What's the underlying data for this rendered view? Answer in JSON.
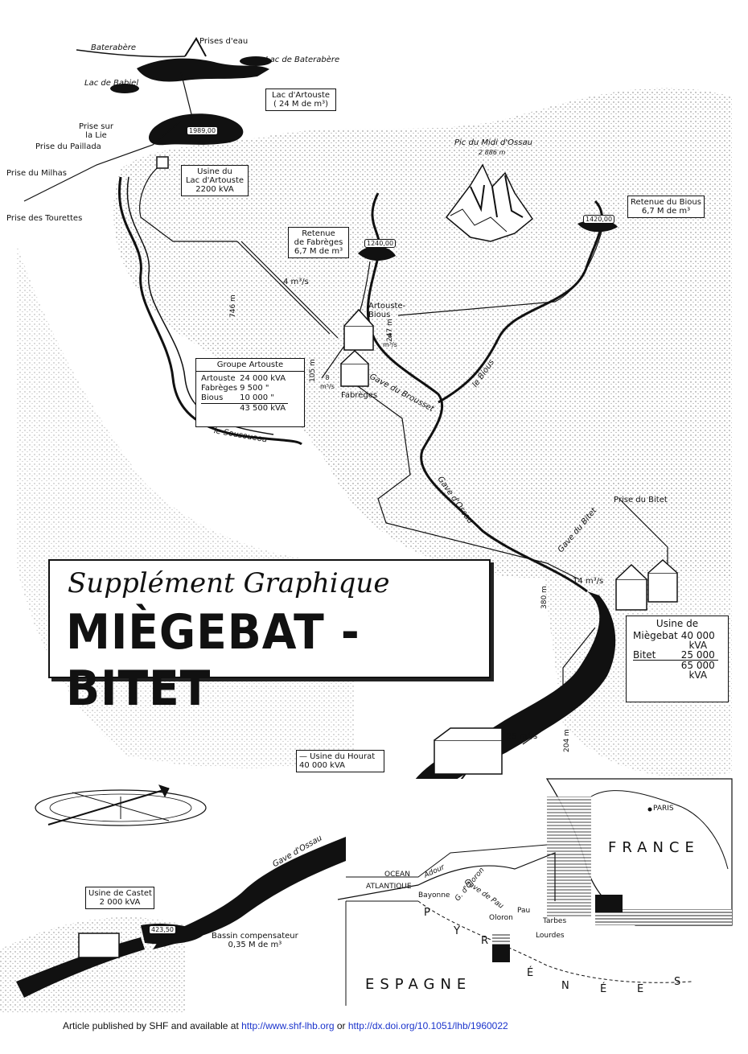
{
  "title": {
    "script": "Supplément Graphique",
    "main": "MIÈGEBAT - BITET"
  },
  "places": {
    "baterabere": "Baterabère",
    "prises_eau": "Prises d'eau",
    "lac_baterabere": "Lac de Baterabère",
    "lac_babiel": "Lac de Babiel",
    "prise_lie": "Prise sur\nla Lie",
    "prise_paillada": "Prise du Paillada",
    "prise_milhas": "Prise du Milhas",
    "prise_tourettes": "Prise des Tourettes",
    "pic_midi": "Pic du Midi d'Ossau",
    "pic_alt": "2 886 m",
    "artouste_bious": "Artouste-\nBious",
    "fabreges": "Fabrèges",
    "prise_bitet": "Prise du Bitet",
    "bassin": "Bassin compensateur\n0,35 M de m³"
  },
  "boxes": {
    "lac_artouste": "Lac d'Artouste\n( 24 M de m³)",
    "usine_artouste": "Usine du\nLac d'Artouste\n2200 kVA",
    "retenue_fabreges": "Retenue\nde Fabrèges\n6,7 M de m³",
    "retenue_bious": "Retenue du Bious\n6,7 M de m³",
    "usine_hourat": "— Usine du Hourat\n40 000 kVA",
    "usine_castet": "Usine de Castet\n2 000 kVA"
  },
  "elevations": {
    "artouste": "1989,00",
    "fabreges": "1240,00",
    "bious": "1420,00",
    "castet": "423,50"
  },
  "flows": {
    "f1": "4 m³/s",
    "f2": "8\nm³/s",
    "f3": "8\nm³/s",
    "f4": "14 m³/s",
    "f5": "25 m³/s"
  },
  "heights": {
    "h746": "746 m",
    "h247": "247 m",
    "h105": "105 m",
    "h380": "380 m",
    "h204": "204 m"
  },
  "rivers": {
    "sousoueou": "le    Sousoueou",
    "brousset": "Gave  du  Brousset",
    "bious": "le   Bious",
    "ossau1": "Gave  d'Ossau",
    "bitet": "Gave   du   Bitet",
    "ossau2": "Gave   d'Ossau"
  },
  "group_artouste": {
    "title": "Groupe Artouste",
    "rows": [
      {
        "name": "Artouste",
        "value": "24 000 kVA"
      },
      {
        "name": "Fabrèges",
        "value": "9 500    \""
      },
      {
        "name": "Bious",
        "value": "10 000    \""
      }
    ],
    "total": "43 500 kVA"
  },
  "usine_miegebat": {
    "title": "Usine de",
    "rows": [
      {
        "name": "Miègebat",
        "value": "40 000\nkVA"
      },
      {
        "name": "Bitet",
        "value": "25 000"
      }
    ],
    "total": "65 000\nkVA"
  },
  "inset": {
    "paris": "PARIS",
    "france": "FRANCE",
    "ocean": "OCEAN",
    "atlantique": "ATLANTIQUE",
    "adour": "Adour",
    "gave_pau": "Gave de Pau",
    "gave_oloron": "G. d'Oloron",
    "bayonne": "Bayonne",
    "oloron": "Oloron",
    "pau": "Pau",
    "tarbes": "Tarbes",
    "lourdes": "Lourdes",
    "espagne": "ESPAGNE",
    "pyrenees": [
      "P",
      "Y",
      "R",
      "É",
      "N",
      "É",
      "E",
      "S"
    ]
  },
  "footer": {
    "prefix": "Article published by SHF and available at ",
    "link1": "http://www.shf-lhb.org",
    "mid": " or ",
    "link2": "http://dx.doi.org/10.1051/lhb/1960022"
  }
}
